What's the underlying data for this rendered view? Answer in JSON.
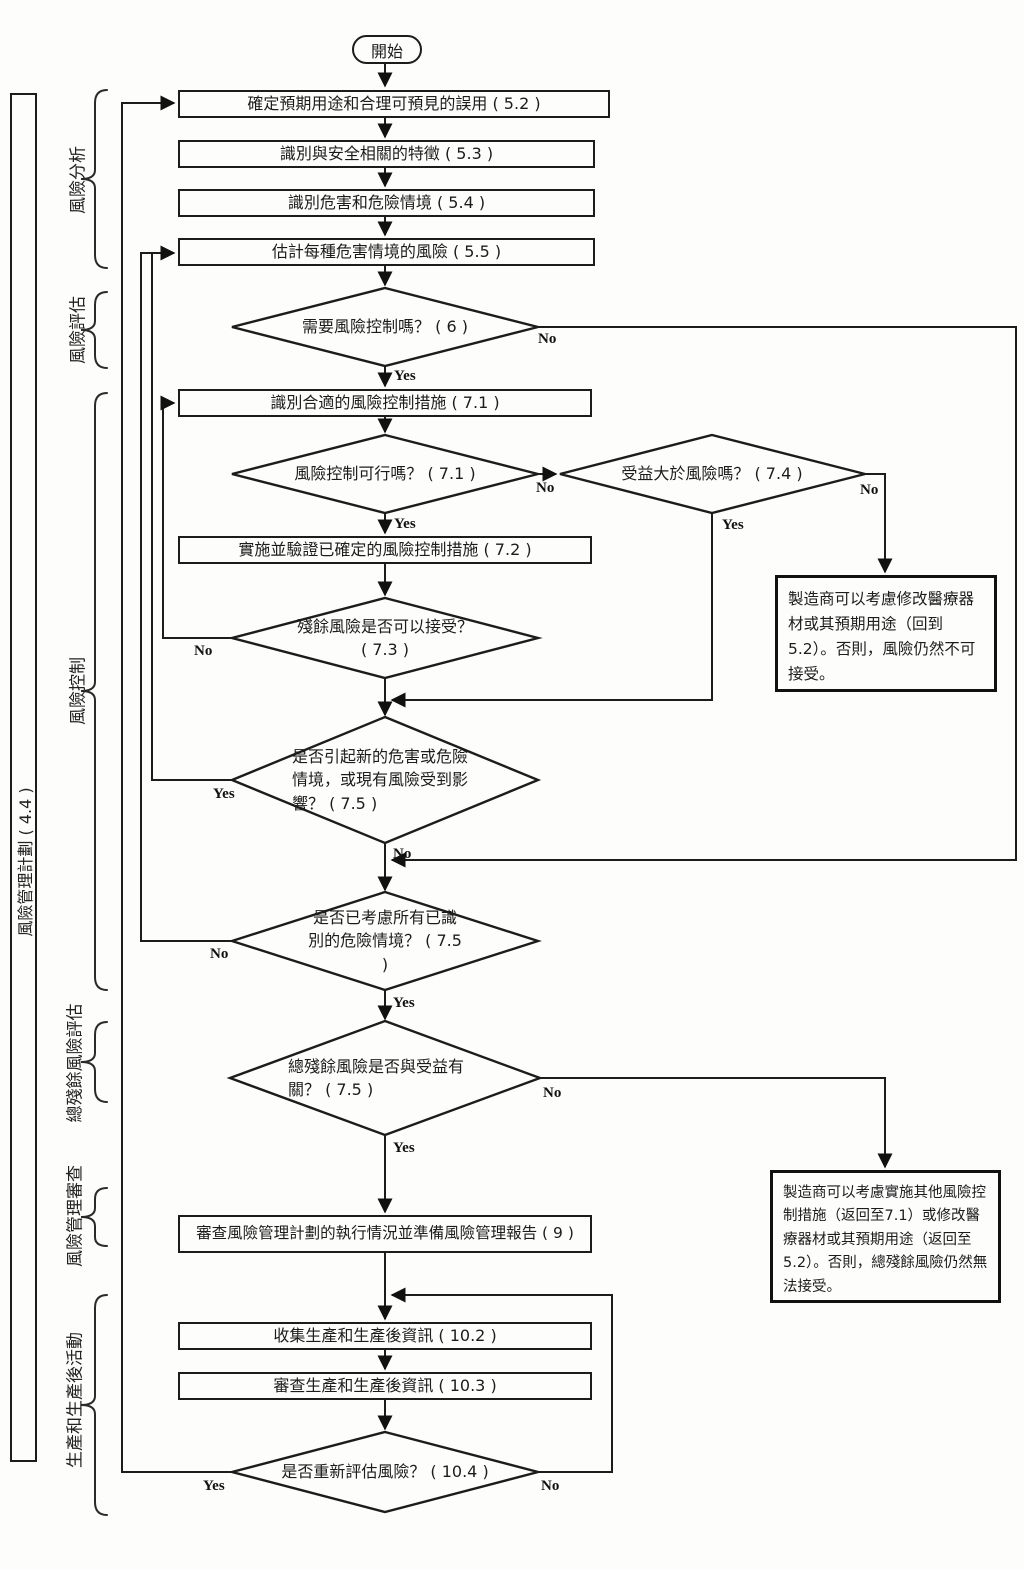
{
  "branch_labels": {
    "yes": "Yes",
    "no": "No"
  },
  "plan_sidebar": {
    "label": "風險管理計劃 ( 4.4 )"
  },
  "stages": [
    {
      "label": "風險分析"
    },
    {
      "label": "風險評估"
    },
    {
      "label": "風險控制"
    },
    {
      "label": "總殘餘風險評估"
    },
    {
      "label": "風險管理審查"
    },
    {
      "label": "生產和生產後活動"
    }
  ],
  "nodes": {
    "start": "開始",
    "b52": "確定預期用途和合理可預見的誤用 ( 5.2 )",
    "b53": "識別與安全相關的特徵 ( 5.3 )",
    "b54": "識別危害和危險情境 ( 5.4 )",
    "b55": "估計每種危害情境的風險 ( 5.5 )",
    "d6": "需要風險控制嗎？ ( 6 )",
    "b71": "識別合適的風險控制措施 ( 7.1 )",
    "d71": "風險控制可行嗎？ ( 7.1 )",
    "d74": "受益大於風險嗎？ ( 7.4 )",
    "b72": "實施並驗證已確定的風險控制措施 ( 7.2 )",
    "d73": "殘餘風險是否可以接受？ ( 7.3 )",
    "note_modify": "製造商可以考慮修改醫療器材或其預期用途（回到5.2）。否則，風險仍然不可接受。",
    "d75_new": "是否引起新的危害或危險情境，或現有風險受到影響？ ( 7.5 )",
    "d75_all": "是否已考慮所有已識別的危險情境？ ( 7.5 )",
    "d75_overall": "總殘餘風險是否與受益有關？ ( 7.5 )",
    "b9": "審查風險管理計劃的執行情況並準備風險管理報告 ( 9 )",
    "note_other": "製造商可以考慮實施其他風險控制措施（返回至7.1）或修改醫療器材或其預期用途（返回至5.2）。否則，總殘餘風險仍然無法接受。",
    "b102": "收集生產和生產後資訊 ( 10.2 )",
    "b103": "審查生產和生產後資訊 ( 10.3 )",
    "d104": "是否重新評估風險？ ( 10.4 )"
  }
}
